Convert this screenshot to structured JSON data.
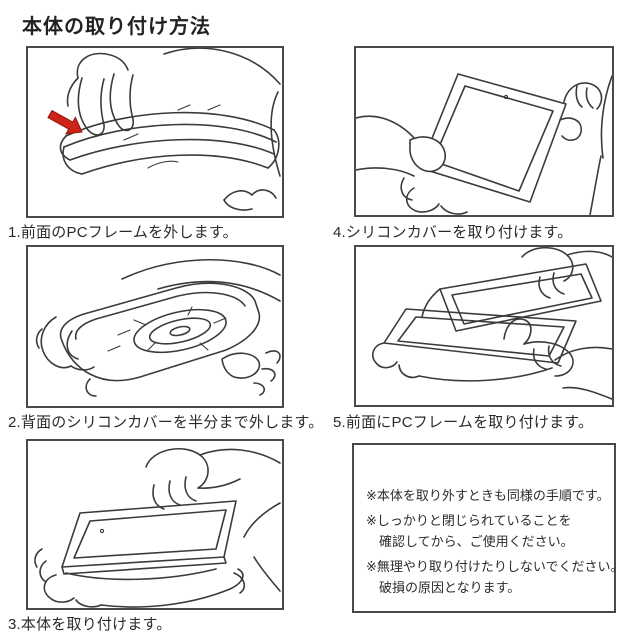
{
  "page": {
    "title": "本体の取り付け方法"
  },
  "colors": {
    "ink": "#3b3b3b",
    "text": "#2b2b2b",
    "border": "#4a4a4a",
    "arrow_red": "#cf2318",
    "background": "#ffffff"
  },
  "steps": [
    {
      "caption": "1.前面のPCフレームを外します。",
      "illustration": "hands-prying-front-pc-frame-with-red-arrow"
    },
    {
      "caption": "2.背面のシリコンカバーを半分まで外します。",
      "illustration": "hand-peeling-back-silicone-cover"
    },
    {
      "caption": "3.本体を取り付けます。",
      "illustration": "hands-inserting-tablet-into-case"
    },
    {
      "caption": "4.シリコンカバーを取り付けます。",
      "illustration": "hands-fitting-silicone-cover-on-tablet"
    },
    {
      "caption": "5.前面にPCフレームを取り付けます。",
      "illustration": "hand-attaching-front-pc-frame"
    }
  ],
  "notes": {
    "items": [
      {
        "lines": [
          "※本体を取り外すときも同様の手順です。"
        ]
      },
      {
        "lines": [
          "※しっかりと閉じられていることを",
          "確認してから、ご使用ください。"
        ]
      },
      {
        "lines": [
          "※無理やり取り付けたりしないでください。",
          "破損の原因となります。"
        ]
      }
    ]
  }
}
